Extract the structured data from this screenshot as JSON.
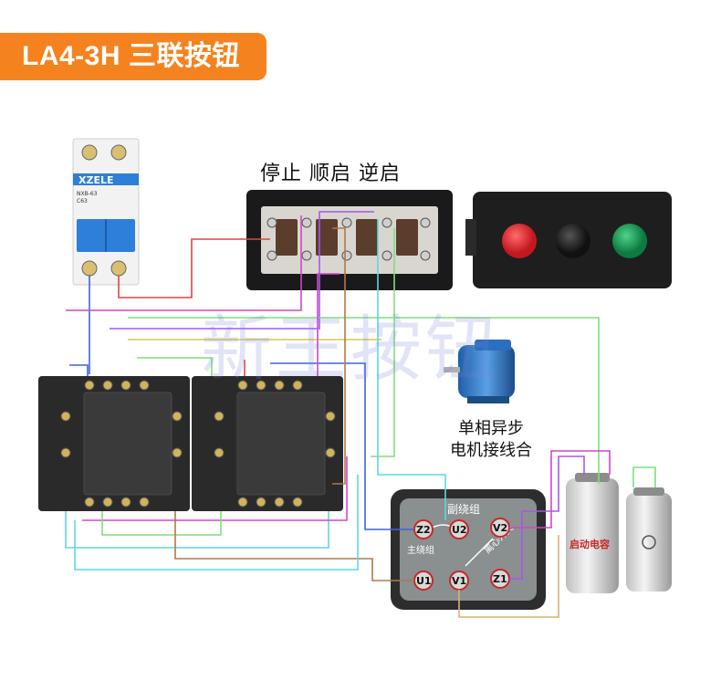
{
  "title": "LA4-3H 三联按钮",
  "button_box": {
    "label": "停止 顺启 逆启"
  },
  "breaker": {
    "brand": "XZELE",
    "model": "NXB-63",
    "rating": "C63"
  },
  "motor": {
    "label_line1": "单相异步",
    "label_line2": "电机接线合"
  },
  "terminal_box": {
    "aux_winding": "副绕组",
    "main_winding": "主绕组",
    "switch": "离心开关",
    "terminals": [
      "Z2",
      "U2",
      "V2",
      "U1",
      "V1",
      "Z1"
    ]
  },
  "capacitor": {
    "text": "启动电容"
  },
  "watermark": "新王按钮",
  "colors": {
    "banner": "#f4831f",
    "stop_button": "#d4262b",
    "mid_button": "#222222",
    "start_button": "#1a9a55",
    "breaker_blue": "#2e7fd8"
  }
}
